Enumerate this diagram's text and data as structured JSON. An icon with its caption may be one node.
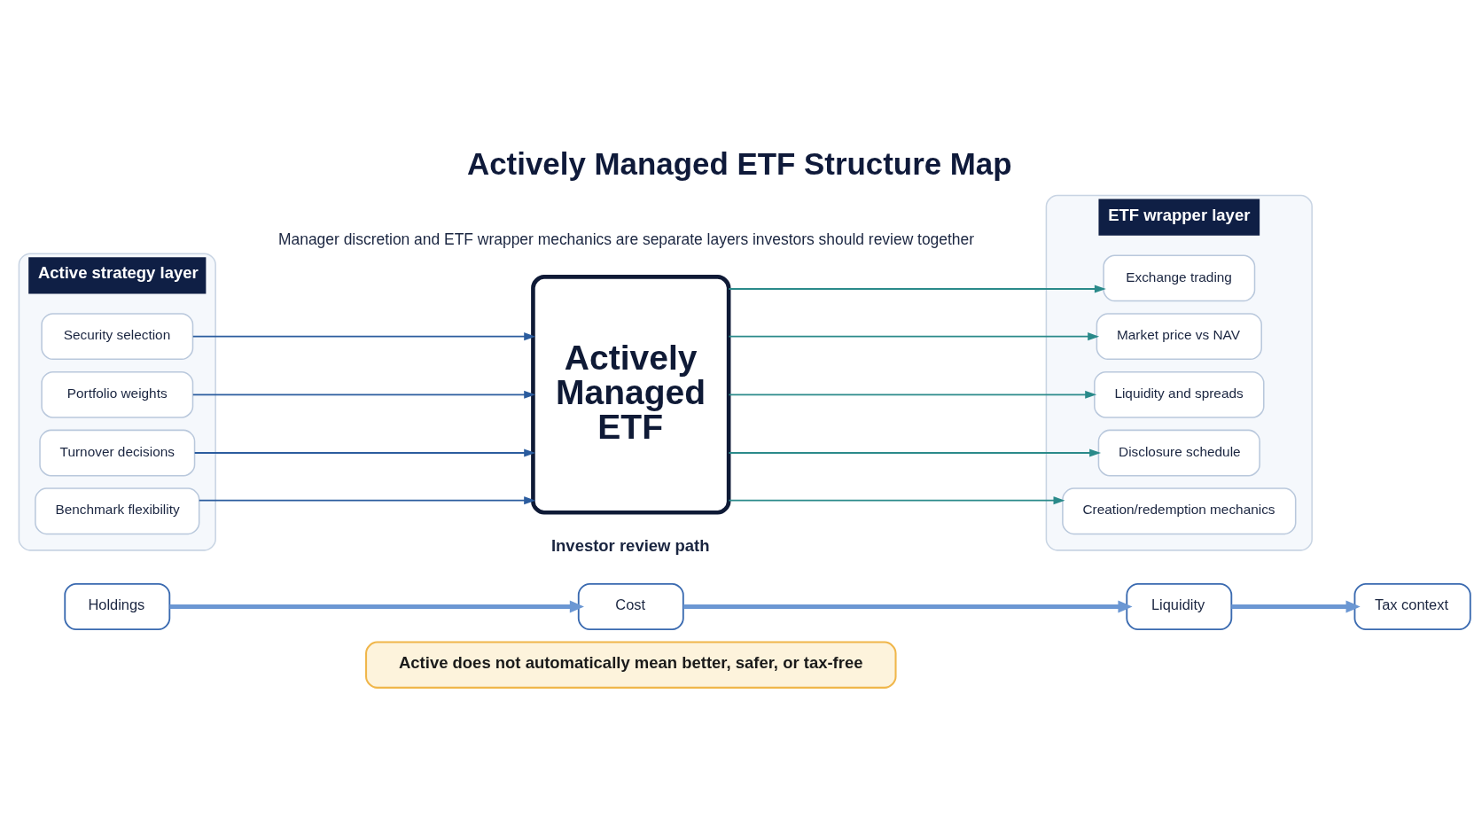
{
  "diagram": {
    "title": "Actively Managed ETF Structure Map",
    "nodes": [
      {
        "text": [
          "Active strategy layer"
        ]
      },
      {
        "text": [
          "Security selection"
        ],
        "in": 0
      },
      {
        "text": [
          "Portfolio weights"
        ],
        "in": 0
      },
      {
        "text": [
          "Turnover decisions"
        ],
        "in": 0
      },
      {
        "text": [
          "Benchmark flexibility"
        ],
        "in": 0
      },
      {
        "text": [
          "Actively Managed ETF"
        ]
      },
      {
        "text": [
          "ETF wrapper layer"
        ]
      },
      {
        "text": [
          "Exchange trading"
        ],
        "in": 6
      },
      {
        "text": [
          "Market price vs NAV"
        ],
        "in": 6
      },
      {
        "text": [
          "Liquidity and spreads"
        ],
        "in": 6
      },
      {
        "text": [
          "Disclosure schedule"
        ],
        "in": 6
      },
      {
        "text": [
          "Creation/redemption mechanics"
        ],
        "in": 6
      },
      {
        "text": [
          "Holdings"
        ]
      },
      {
        "text": [
          "Cost"
        ]
      },
      {
        "text": [
          "Liquidity"
        ]
      },
      {
        "text": [
          "Tax context"
        ]
      },
      {
        "text": [
          "Active does not automatically mean better, safer, or tax-free"
        ]
      }
    ],
    "edges": [
      {
        "from": 1,
        "to": 5,
        "arrow": "to",
        "color": "#2b5c9e"
      },
      {
        "from": 2,
        "to": 5,
        "arrow": "to",
        "color": "#2b5c9e"
      },
      {
        "from": 3,
        "to": 5,
        "arrow": "to",
        "color": "#2b5c9e"
      },
      {
        "from": 4,
        "to": 5,
        "arrow": "to",
        "color": "#2b5c9e"
      },
      {
        "from": 5,
        "to": 7,
        "arrow": "to"
      },
      {
        "from": 5,
        "to": 8,
        "arrow": "to"
      },
      {
        "from": 5,
        "to": 9,
        "arrow": "to"
      },
      {
        "from": 5,
        "to": 10,
        "arrow": "to"
      },
      {
        "from": 5,
        "to": 11,
        "arrow": "to"
      },
      {
        "from": 12,
        "to": 13,
        "arrow": "to",
        "style": "thick",
        "color": "#6b97d3"
      },
      {
        "from": 13,
        "to": 14,
        "arrow": "to",
        "style": "thick",
        "color": "#6b97d3"
      },
      {
        "from": 14,
        "to": 15,
        "arrow": "to",
        "style": "thick",
        "color": "#6b97d3"
      }
    ],
    "labels": [
      "Manager discretion and ETF wrapper mechanics are separate layers investors should review together",
      "Investor review path"
    ]
  }
}
